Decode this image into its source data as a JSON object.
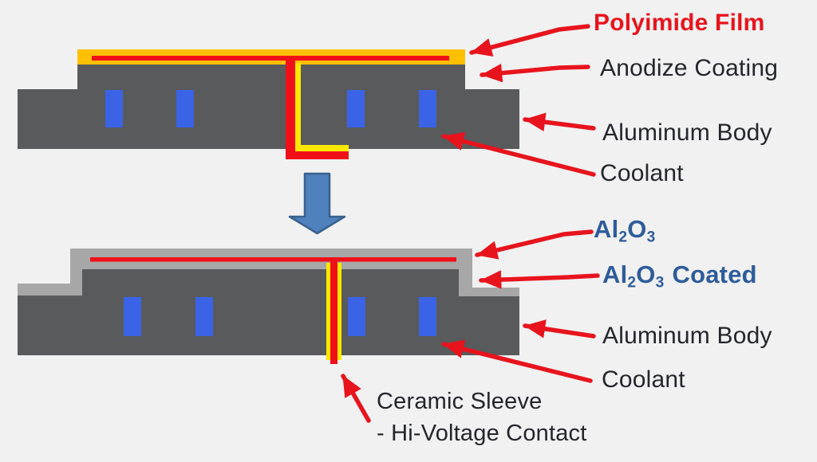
{
  "colors": {
    "background": "#f1f1f2",
    "film-orange": "#ffc004",
    "sleeve-yellow": "#ffe800",
    "trace-red": "#f01018",
    "arrow-red": "#e8141d",
    "body-gray": "#595a5c",
    "coat-silver": "#a7a7a7",
    "coolant-blue": "#3b63e6",
    "transition-blue": "#4f81bd",
    "transition-border": "#38618c",
    "text-dark": "#25262b",
    "text-blue": "#2e5c9a",
    "text-red": "#e8141d"
  },
  "labels": {
    "polyimide": "Polyimide Film",
    "anodize": "Anodize Coating",
    "aluminum_top": "Aluminum Body",
    "coolant_top": "Coolant",
    "formula": {
      "base1": "Al",
      "sub1": "2",
      "base2": "O",
      "sub2": "3"
    },
    "coated_suffix": "Coated",
    "aluminum_bottom": "Aluminum Body",
    "coolant_bottom": "Coolant",
    "ceramic_line1": "Ceramic Sleeve",
    "ceramic_line2": "- Hi-Voltage Contact"
  }
}
